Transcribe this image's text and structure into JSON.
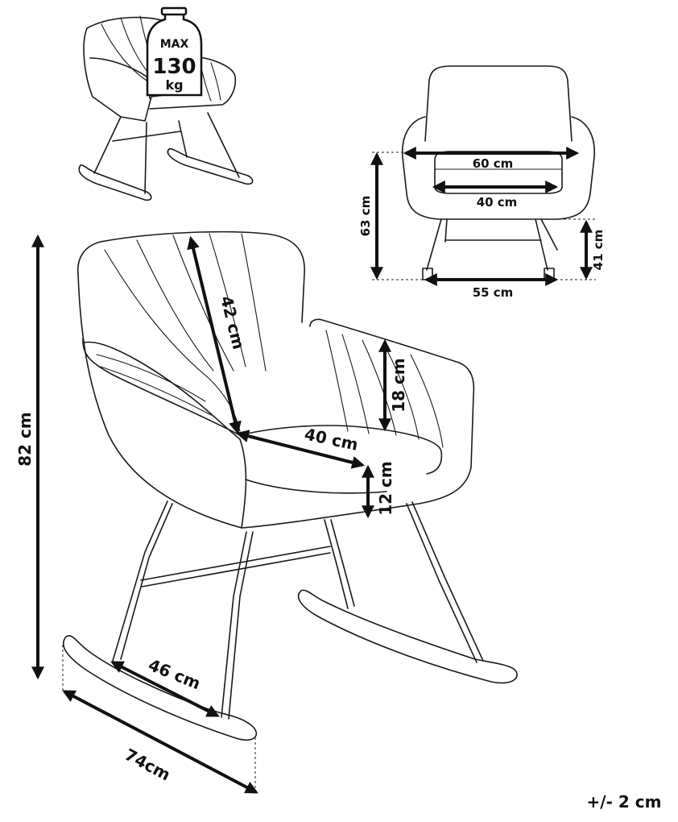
{
  "weight_badge": {
    "line1": "MAX",
    "line2": "130",
    "line3": "kg"
  },
  "front_view": {
    "seat_width": "60 cm",
    "seat_depth": "40 cm",
    "seat_height": "63 cm",
    "armrest_height": "41 cm",
    "base_width": "55 cm"
  },
  "side_view": {
    "total_height": "82 cm",
    "backrest_height": "42 cm",
    "armrest_height": "18 cm",
    "seat_depth": "40 cm",
    "seat_thickness": "12 cm",
    "rocker_spacing": "46 cm",
    "total_depth": "74cm"
  },
  "tolerance": "+/- 2 cm"
}
